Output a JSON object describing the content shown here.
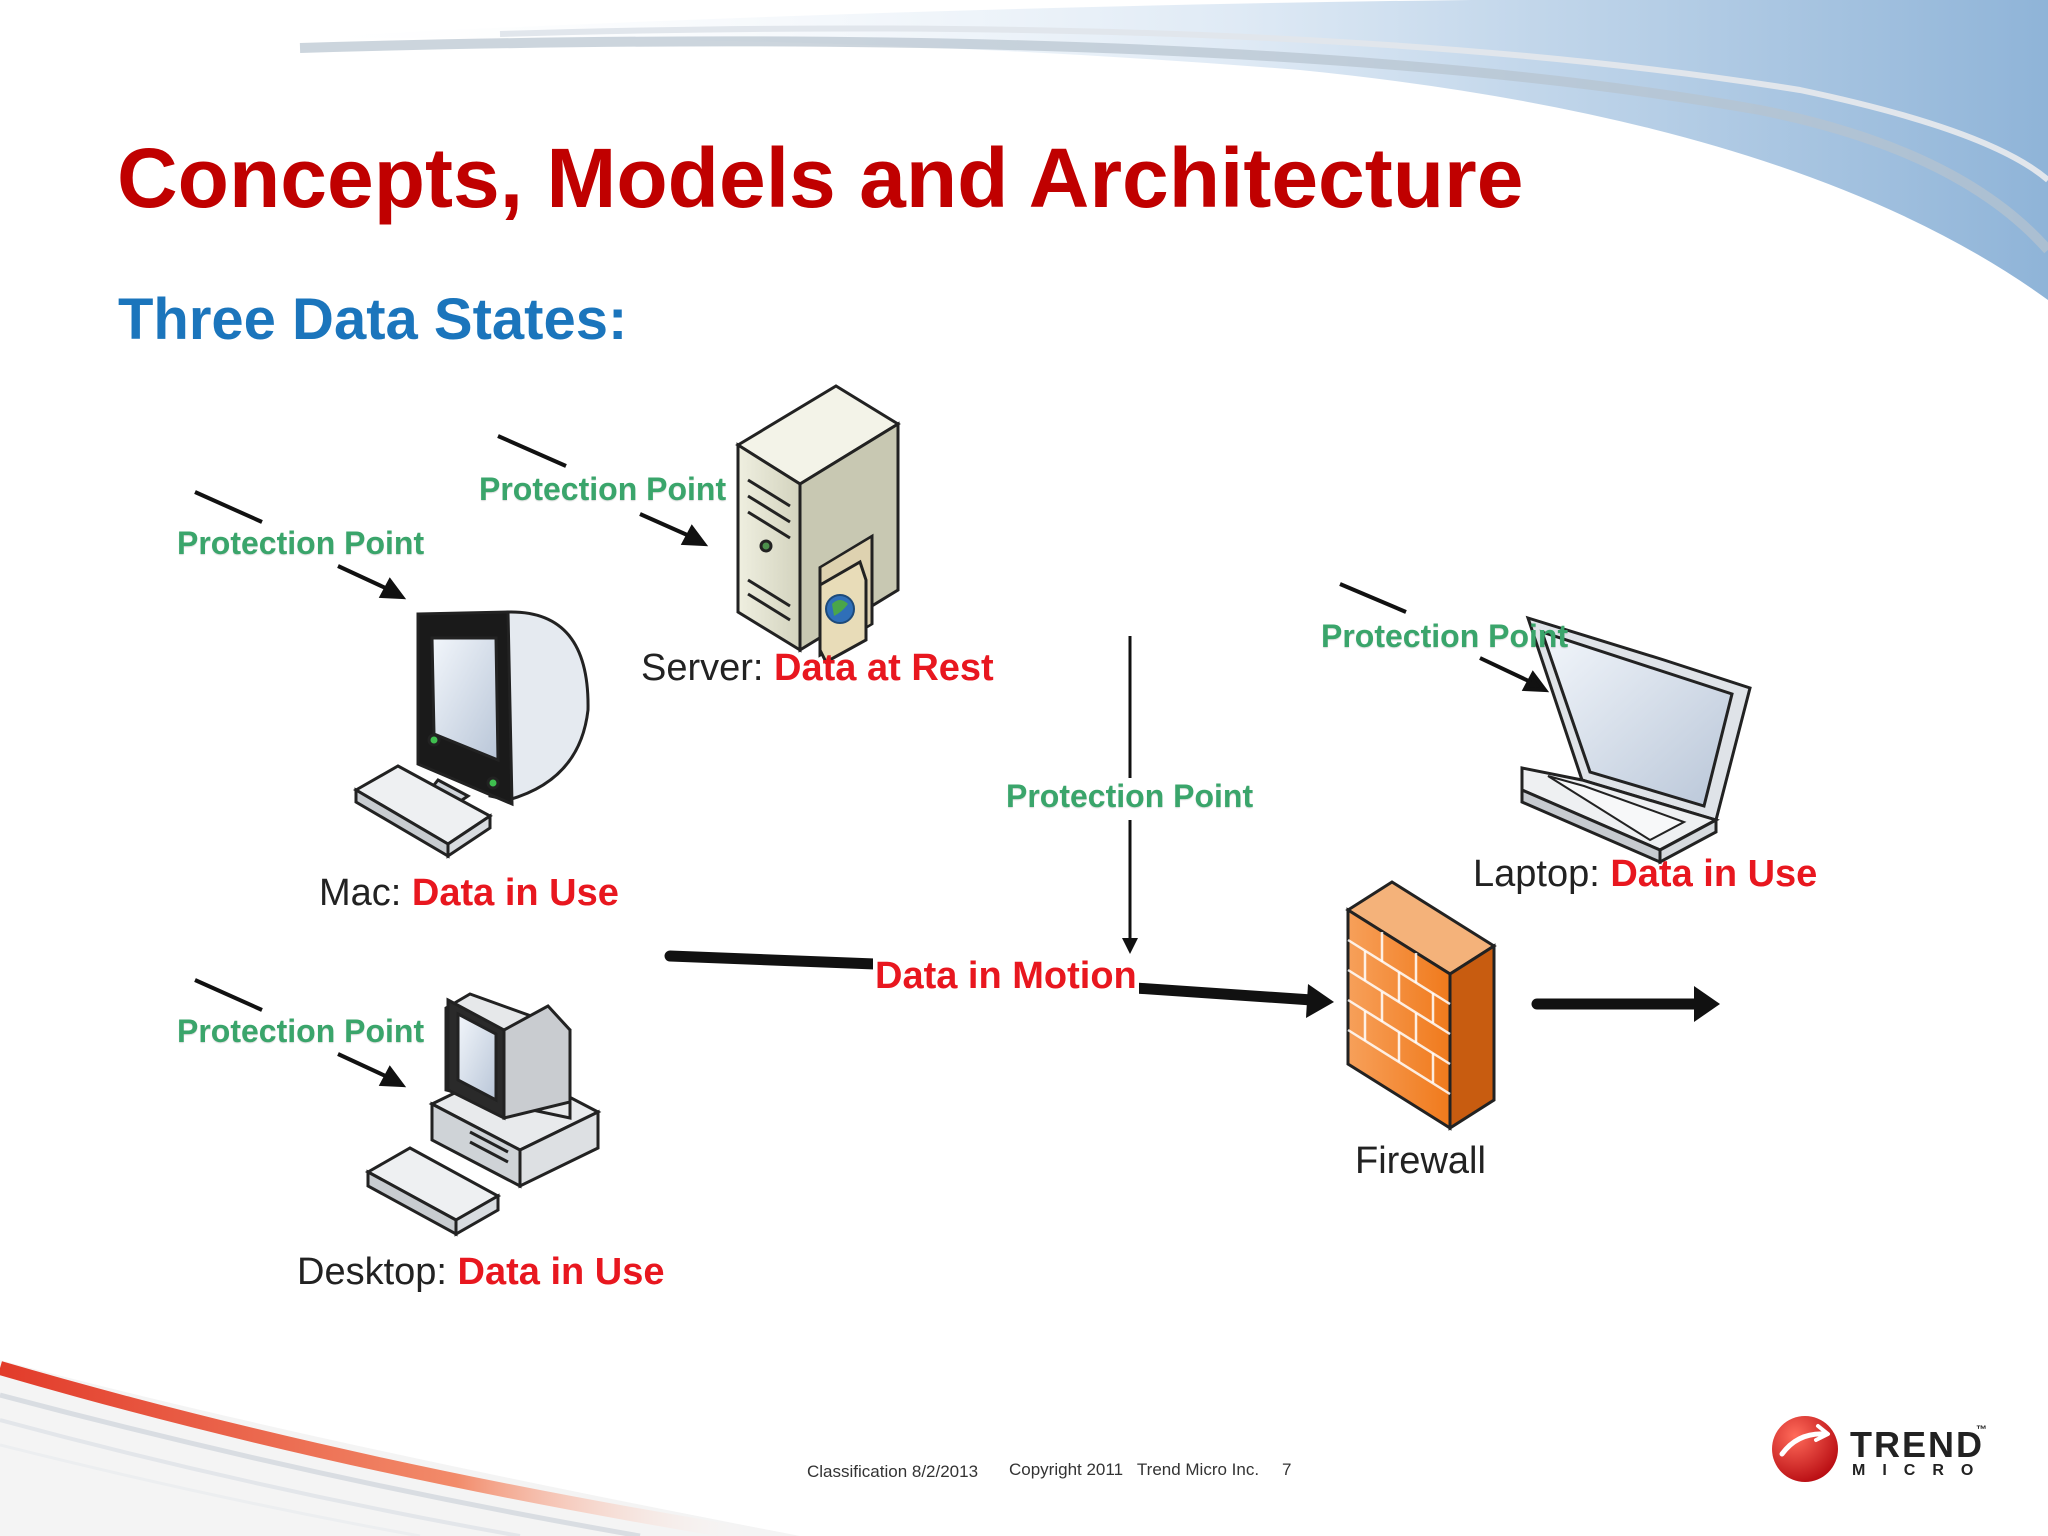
{
  "slide": {
    "title": "Concepts, Models and Architecture",
    "subtitle": "Three Data States:"
  },
  "diagram": {
    "protection_label": "Protection Point",
    "devices": {
      "server": {
        "name": "Server:",
        "state": "Data at Rest"
      },
      "mac": {
        "name": "Mac:",
        "state": "Data in Use"
      },
      "desktop": {
        "name": "Desktop:",
        "state": "Data in Use"
      },
      "laptop": {
        "name": "Laptop:",
        "state": "Data in Use"
      }
    },
    "motion_label": "Data in Motion",
    "firewall_label": "Firewall"
  },
  "footer": {
    "classification": "Classification 8/2/2013",
    "copyright": "Copyright 2011   Trend Micro Inc.",
    "page": "7"
  },
  "brand": {
    "line1": "TREND",
    "line2": "MICRO",
    "tm": "™"
  },
  "colors": {
    "title": "#c00000",
    "subtitle": "#1b75bc",
    "protection": "#3aa56b",
    "state": "#e8171f",
    "firewall": "#f07a1c"
  }
}
